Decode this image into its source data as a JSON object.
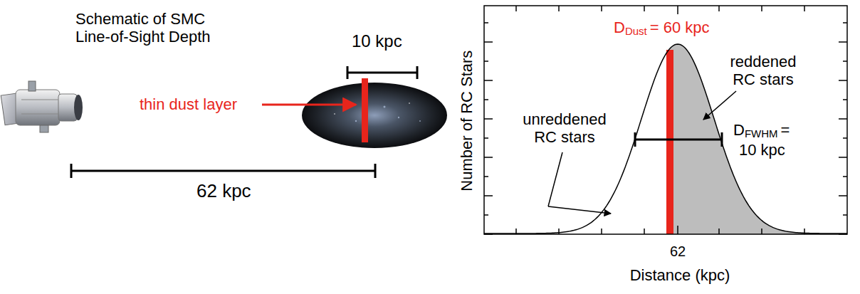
{
  "diagram": {
    "labels": [
      "Schematic of SMC Line-of-Sight Depth",
      "thin dust layer",
      "10 kpc",
      "62 kpc",
      "D",
      "Dust",
      "= 60 kpc",
      "reddened RC stars",
      "unreddened RC stars",
      "D",
      "FWHM",
      "=",
      "10 kpc",
      "Number of RC Stars",
      "62",
      "Distance (kpc)"
    ]
  }
}
